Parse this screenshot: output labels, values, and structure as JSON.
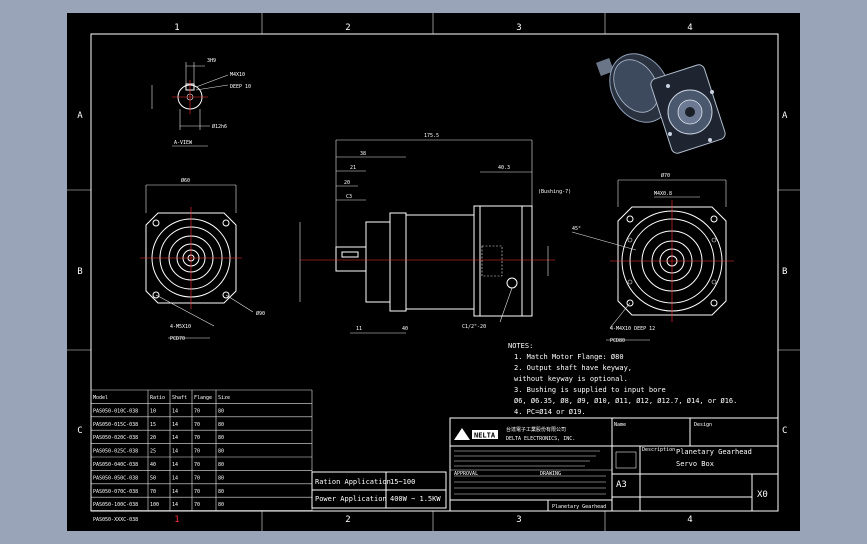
{
  "zones": {
    "columns": [
      "1",
      "2",
      "3",
      "4"
    ],
    "rows": [
      "A",
      "B",
      "C"
    ]
  },
  "colors": {
    "background": "#9aa4b8",
    "sheet": "#000000",
    "lines": "#ffffff",
    "center_lines": "#ff3030",
    "logo": "#ffffff"
  },
  "front_view": {
    "top_dim": "Ø60",
    "bolt_label": "4-M5X10",
    "pcd_label": "PCD70",
    "side_label": "Ø90"
  },
  "right_view": {
    "top_dim": "Ø70",
    "tap_label": "M4X0.8",
    "chamfer_label": "45°",
    "bolt_label": "4-M4X10 DEEP 12",
    "pcd_label": "PCD80"
  },
  "side_view": {
    "total_length": "175.5",
    "flange_len": "38",
    "shaft_len": "21",
    "key_len": "20",
    "c_label": "C3",
    "right_dim": "40.3",
    "bushing_label": "(Bushing-7)",
    "bottom_left": "11",
    "bottom_mid": "40",
    "tap_label": "C1/2\"-20"
  },
  "shaft_detail": {
    "top_label": "3H9",
    "tap_label": "M4X10",
    "deep_label": "DEEP 10",
    "bottom_label": "Ø12h6",
    "section_label": "A-VIEW"
  },
  "notes": {
    "title": "NOTES:",
    "items": [
      "1. Match Motor Flange: Ø80",
      "2. Output shaft have keyway,",
      "    without keyway is optional.",
      "3. Bushing is supplied to input bore",
      "    Ø6, Ø6.35, Ø8, Ø9, Ø10, Ø11, Ø12, Ø12.7, Ø14, or Ø16.",
      "4. PC=Ø14 or Ø19."
    ]
  },
  "model_table": {
    "headers": [
      "Model",
      "Ratio",
      "Shaft",
      "Flange",
      "Size"
    ],
    "rows": [
      [
        "PAS050-010C-038",
        "10",
        "14",
        "70",
        "80"
      ],
      [
        "PAS050-015C-038",
        "15",
        "14",
        "70",
        "80"
      ],
      [
        "PAS050-020C-038",
        "20",
        "14",
        "70",
        "80"
      ],
      [
        "PAS050-025C-038",
        "25",
        "14",
        "70",
        "80"
      ],
      [
        "PAS050-040C-038",
        "40",
        "14",
        "70",
        "80"
      ],
      [
        "PAS050-050C-038",
        "50",
        "14",
        "70",
        "80"
      ],
      [
        "PAS050-070C-038",
        "70",
        "14",
        "70",
        "80"
      ],
      [
        "PAS050-100C-038",
        "100",
        "14",
        "70",
        "80"
      ]
    ],
    "footer": "PAS050-XXXC-038"
  },
  "application": {
    "ratio_label": "Ration Application",
    "ratio_value": "15~100",
    "power_label": "Power Application",
    "power_value": "400W ~ 1.5KW"
  },
  "title_block": {
    "company": "台達電子工業股份有限公司",
    "company_en": "DELTA ELECTRONICS, INC.",
    "logo_text": "NELTA",
    "name_label": "Name",
    "design_label": "Design",
    "description_label": "Description",
    "description_line1": "Planetary Gearhead",
    "description_line2": "Servo Box",
    "size": "A3",
    "sheet": "X0",
    "part_name": "Planetary Gearhead",
    "approval_label": "APPROVAL",
    "drawing_label": "DRAWING"
  }
}
